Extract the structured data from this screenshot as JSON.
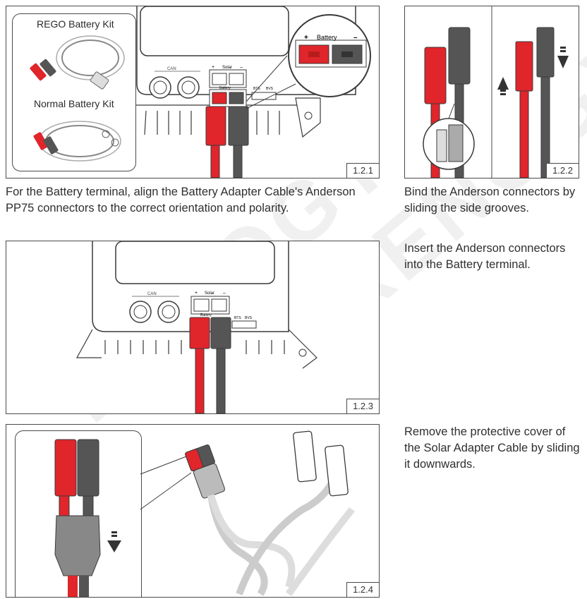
{
  "watermark": "RENOGY",
  "figures": {
    "f121": {
      "number": "1.2.1",
      "rego_kit_label": "REGO Battery Kit",
      "normal_kit_label": "Normal Battery Kit",
      "can_label": "CAN",
      "solar_label": "Solar",
      "battery_label": "Battery",
      "bts_label": "BTS",
      "bvs_label": "BVS",
      "plus": "+",
      "minus": "–"
    },
    "f122": {
      "number": "1.2.2"
    },
    "f123": {
      "number": "1.2.3",
      "can_label": "CAN",
      "solar_label": "Solar",
      "battery_label": "Battery",
      "bts_label": "BTS",
      "bvs_label": "BVS",
      "plus": "+",
      "minus": "–"
    },
    "f124": {
      "number": "1.2.4"
    }
  },
  "captions": {
    "c1": "For the Battery terminal, align the Battery Adapter Cable's Anderson PP75 connectors to the correct orientation and polarity.",
    "c2": "Bind the Anderson connectors by sliding the side grooves.",
    "c3": "Insert the Anderson connectors into the Battery terminal.",
    "c4": "Remove the protective cover of the Solar Adapter Cable by sliding it downwards."
  },
  "colors": {
    "red": "#e0252b",
    "dark": "#555555",
    "line": "#3a3a3a"
  }
}
